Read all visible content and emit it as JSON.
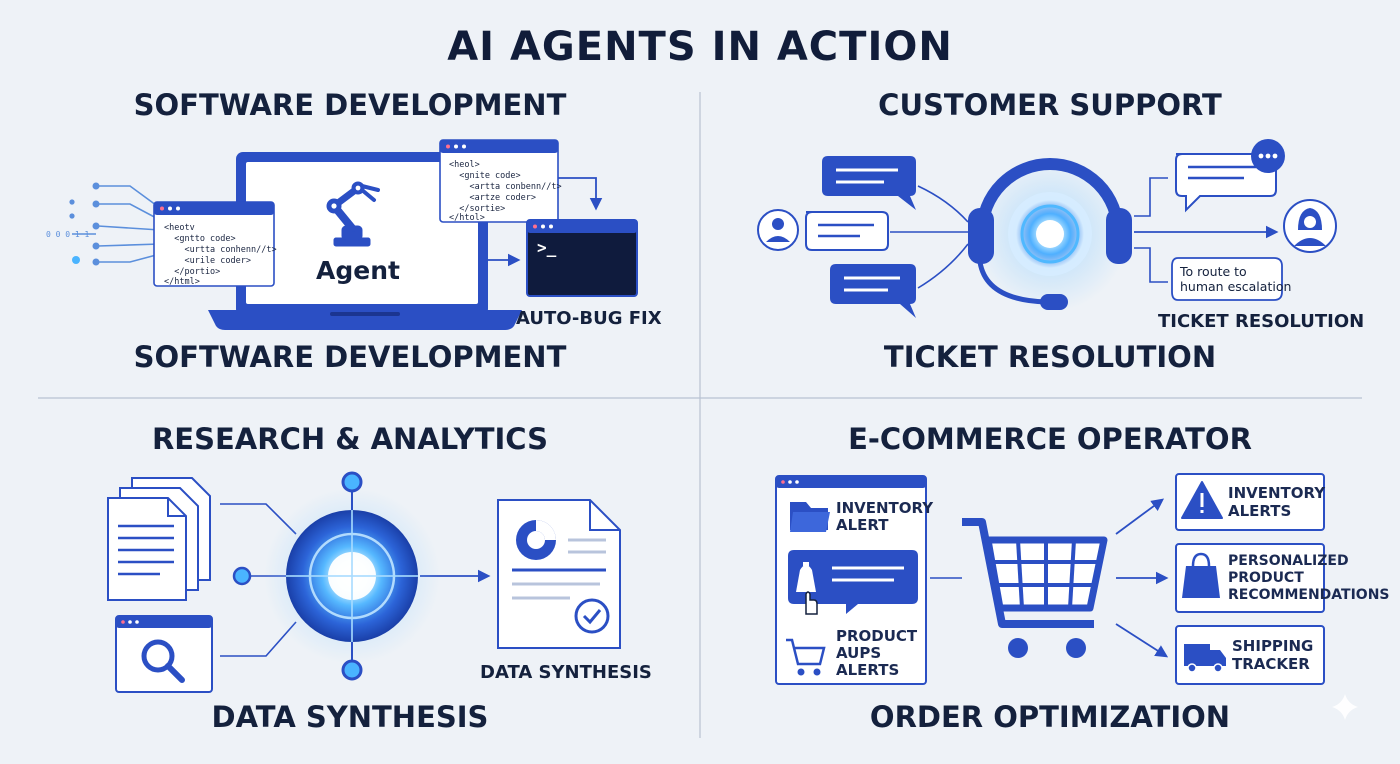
{
  "title": "AI AGENTS IN ACTION",
  "colors": {
    "accent": "#2b4fc4",
    "dark": "#14213d",
    "background": "#eef2f7",
    "glow": "#4fb8ff"
  },
  "software": {
    "heading": "SOFTWARE DEVELOPMENT",
    "caption": "SOFTWARE DEVELOPMENT",
    "agent_label": "Agent",
    "badge": "AUTO-BUG FIX",
    "terminal_prompt": ">_",
    "binary_text": "0 0 0 1 1",
    "code_left": [
      "<heotv",
      "  <gntto code>",
      "    <urtta conhenn//t>",
      "    <urile coder>",
      "  </portio>",
      "</html>"
    ],
    "code_right": [
      "<heol>",
      "  <gnite code>",
      "    <artta conbenn//t>",
      "    <artze coder>",
      "  </sortie>",
      "</htol>"
    ]
  },
  "support": {
    "heading": "CUSTOMER SUPPORT",
    "caption": "TICKET RESOLUTION",
    "badge": "TICKET RESOLUTION",
    "escalation_text": [
      "To route to",
      "human escalation"
    ]
  },
  "research": {
    "heading": "RESEARCH & ANALYTICS",
    "caption": "DATA SYNTHESIS",
    "badge": "DATA SYNTHESIS"
  },
  "ecommerce": {
    "heading": "E-COMMERCE OPERATOR",
    "caption": "ORDER OPTIMIZATION",
    "panel_items": [
      [
        "INVENTORY",
        "ALERT"
      ],
      [
        "PRODUCT",
        "AUPS",
        "ALERTS"
      ]
    ],
    "outputs": [
      [
        "INVENTORY",
        "ALERTS"
      ],
      [
        "PERSONALIZED",
        "PRODUCT",
        "RECOMMENDATIONS"
      ],
      [
        "SHIPPING",
        "TRACKER"
      ]
    ]
  }
}
